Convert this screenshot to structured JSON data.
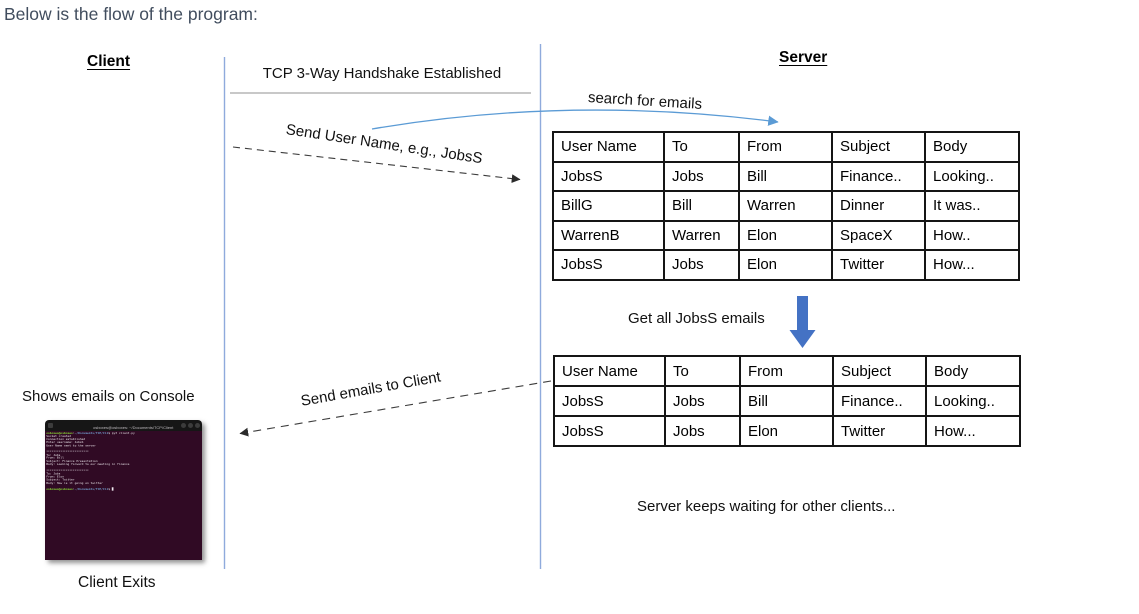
{
  "page": {
    "title": "Below is the flow of the program:"
  },
  "lanes": {
    "client_label": "Client",
    "server_label": "Server"
  },
  "flow": {
    "handshake_label": "TCP 3-Way Handshake Established",
    "send_username_label": "Send User Name, e.g., JobsS",
    "search_emails_label": "search for emails",
    "get_all_label": "Get all JobsS emails",
    "send_emails_label": "Send emails to Client",
    "server_waiting_label": "Server keeps waiting for other clients...",
    "shows_emails_label": "Shows emails on Console",
    "client_exits_label": "Client Exits"
  },
  "tables": {
    "headers": [
      "User Name",
      "To",
      "From",
      "Subject",
      "Body"
    ],
    "all_emails": [
      [
        "JobsS",
        "Jobs",
        "Bill",
        "Finance..",
        "Looking.."
      ],
      [
        "BillG",
        "Bill",
        "Warren",
        "Dinner",
        "It was.."
      ],
      [
        "WarrenB",
        "Warren",
        "Elon",
        "SpaceX",
        "How.."
      ],
      [
        "JobsS",
        "Jobs",
        "Elon",
        "Twitter",
        "How..."
      ]
    ],
    "jobss_emails": [
      [
        "JobsS",
        "Jobs",
        "Bill",
        "Finance..",
        "Looking.."
      ],
      [
        "JobsS",
        "Jobs",
        "Elon",
        "Twitter",
        "How..."
      ]
    ]
  },
  "terminal": {
    "title": "osboxes@osboxes: ~/Documents/TCP/Client",
    "lines": [
      [
        {
          "t": "osboxes@osboxes",
          "c": "g"
        },
        {
          "t": ":",
          "c": "w"
        },
        {
          "t": "~/Documents/TCP/Cli",
          "c": "b"
        },
        {
          "t": "$ py3 client.py",
          "c": "w"
        }
      ],
      [
        {
          "t": "Socket created",
          "c": "w"
        }
      ],
      [
        {
          "t": "Connection established",
          "c": "w"
        }
      ],
      [
        {
          "t": "Enter username: JobsS",
          "c": "w"
        }
      ],
      [
        {
          "t": "User Name sent to the server",
          "c": "w"
        }
      ],
      [],
      [
        {
          "t": "************************",
          "c": "w"
        }
      ],
      [
        {
          "t": "To: Jobs",
          "c": "w"
        }
      ],
      [
        {
          "t": "From: Bill",
          "c": "w"
        }
      ],
      [
        {
          "t": "Subject: Finance Presentation",
          "c": "w"
        }
      ],
      [
        {
          "t": "Body: Looking forward to our meeting in finance",
          "c": "w"
        }
      ],
      [],
      [
        {
          "t": "************************",
          "c": "w"
        }
      ],
      [
        {
          "t": "To: Jobs",
          "c": "w"
        }
      ],
      [
        {
          "t": "From: Elon",
          "c": "w"
        }
      ],
      [
        {
          "t": "Subject: Twitter",
          "c": "w"
        }
      ],
      [
        {
          "t": "Body: How is it going on twitter",
          "c": "w"
        }
      ],
      [],
      [
        {
          "t": "osboxes@osboxes",
          "c": "g"
        },
        {
          "t": ":",
          "c": "w"
        },
        {
          "t": "~/Documents/TCP/Cli",
          "c": "b"
        },
        {
          "t": "$ ",
          "c": "w"
        },
        {
          "t": " ",
          "c": "cur"
        }
      ]
    ]
  },
  "colors": {
    "heading_text": "#414d5e",
    "lifeline_blue": "#8faadc",
    "curve_arrow_blue": "#5b9bd5",
    "block_arrow_blue": "#4472c4",
    "terminal_bg": "#300a24",
    "terminal_green": "#8ae234",
    "terminal_path_blue": "#729fcf"
  }
}
